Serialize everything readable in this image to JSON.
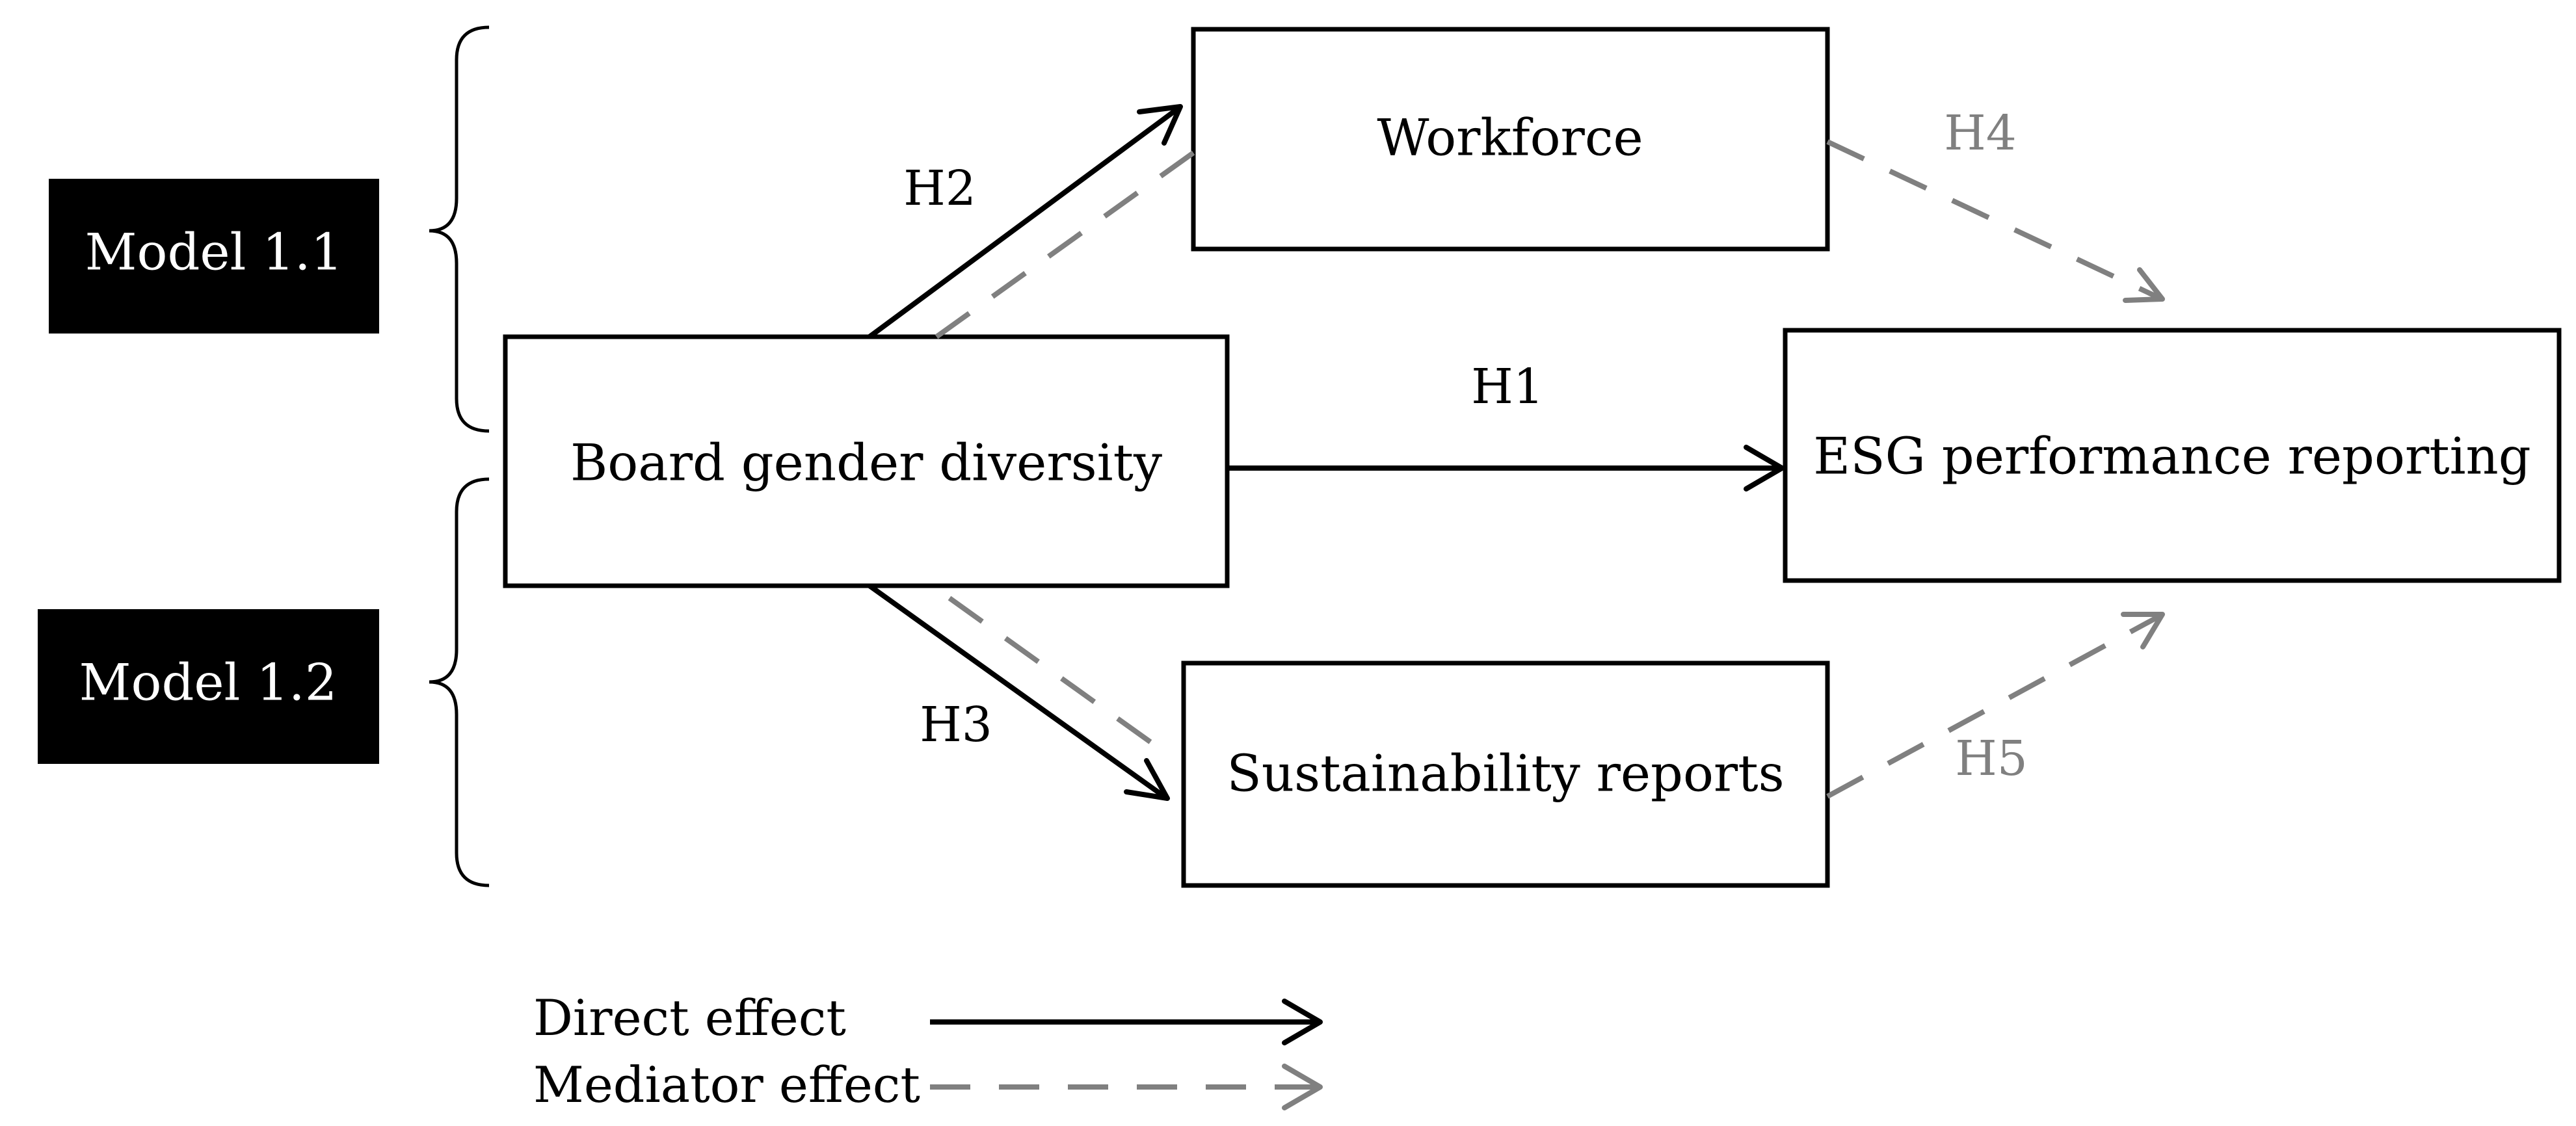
{
  "models": {
    "model_1_1": "Model 1.1",
    "model_1_2": "Model 1.2"
  },
  "nodes": {
    "board_gender_diversity": "Board gender diversity",
    "workforce": "Workforce",
    "sustainability_reports": "Sustainability reports",
    "esg_performance_reporting": "ESG performance reporting"
  },
  "hypotheses": {
    "h1": "H1",
    "h2": "H2",
    "h3": "H3",
    "h4": "H4",
    "h5": "H5"
  },
  "legend": {
    "direct_effect": "Direct effect",
    "mediator_effect": "Mediator effect"
  },
  "colors": {
    "direct": "#000000",
    "mediator": "#808080",
    "model_background": "#000000",
    "model_text": "#ffffff"
  }
}
